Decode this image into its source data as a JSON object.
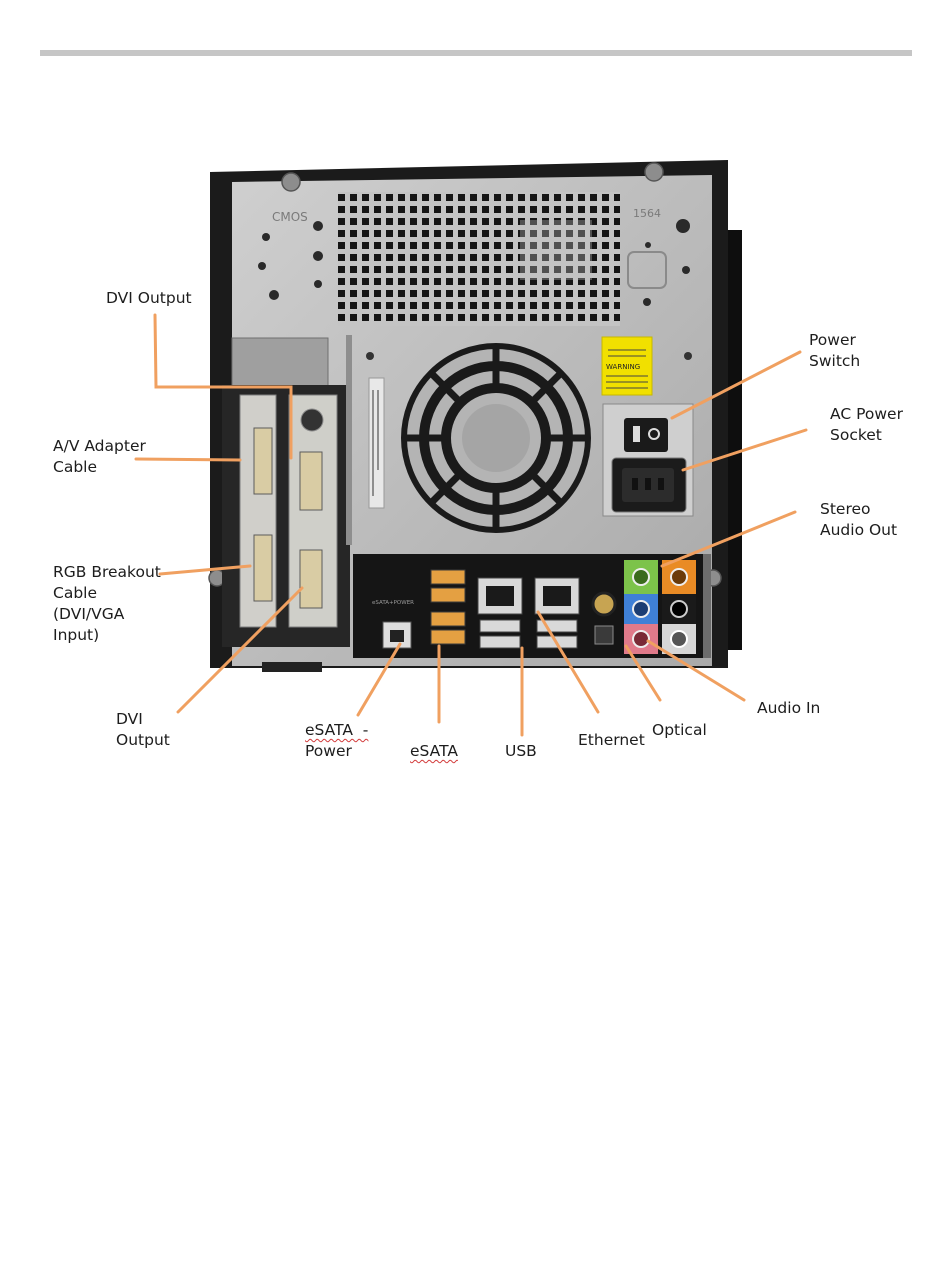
{
  "colors": {
    "leader_line": "#f0a060",
    "chassis_black": "#1b1b1b",
    "panel_silver": "#b9b9b9",
    "warning_label": "#f1e000",
    "audio_green": "#7cc34a",
    "audio_orange": "#e98b25",
    "audio_blue": "#3f80d6",
    "audio_pink": "#e07a8a",
    "esata_orange": "#e4a042"
  },
  "case_markings": {
    "cmos": "CMOS",
    "port_number": "1564",
    "warning_title": "WARNING",
    "esata_power": "eSATA+POWER"
  },
  "callouts": {
    "dvi_output_top": "DVI Output",
    "av_adapter": [
      "A/V Adapter",
      "Cable"
    ],
    "rgb_breakout": [
      "RGB Breakout",
      "Cable",
      "(DVI/VGA",
      "Input)"
    ],
    "dvi_output_bottom": [
      "DVI",
      "Output"
    ],
    "esata_power": [
      "eSATA  -",
      "Power"
    ],
    "esata": "eSATA",
    "usb": "USB",
    "ethernet": "Ethernet",
    "optical": "Optical",
    "audio_in": "Audio In",
    "power_switch": [
      "Power",
      "Switch"
    ],
    "ac_power": [
      "AC Power",
      "Socket"
    ],
    "stereo_out": [
      "Stereo",
      "Audio Out"
    ]
  }
}
